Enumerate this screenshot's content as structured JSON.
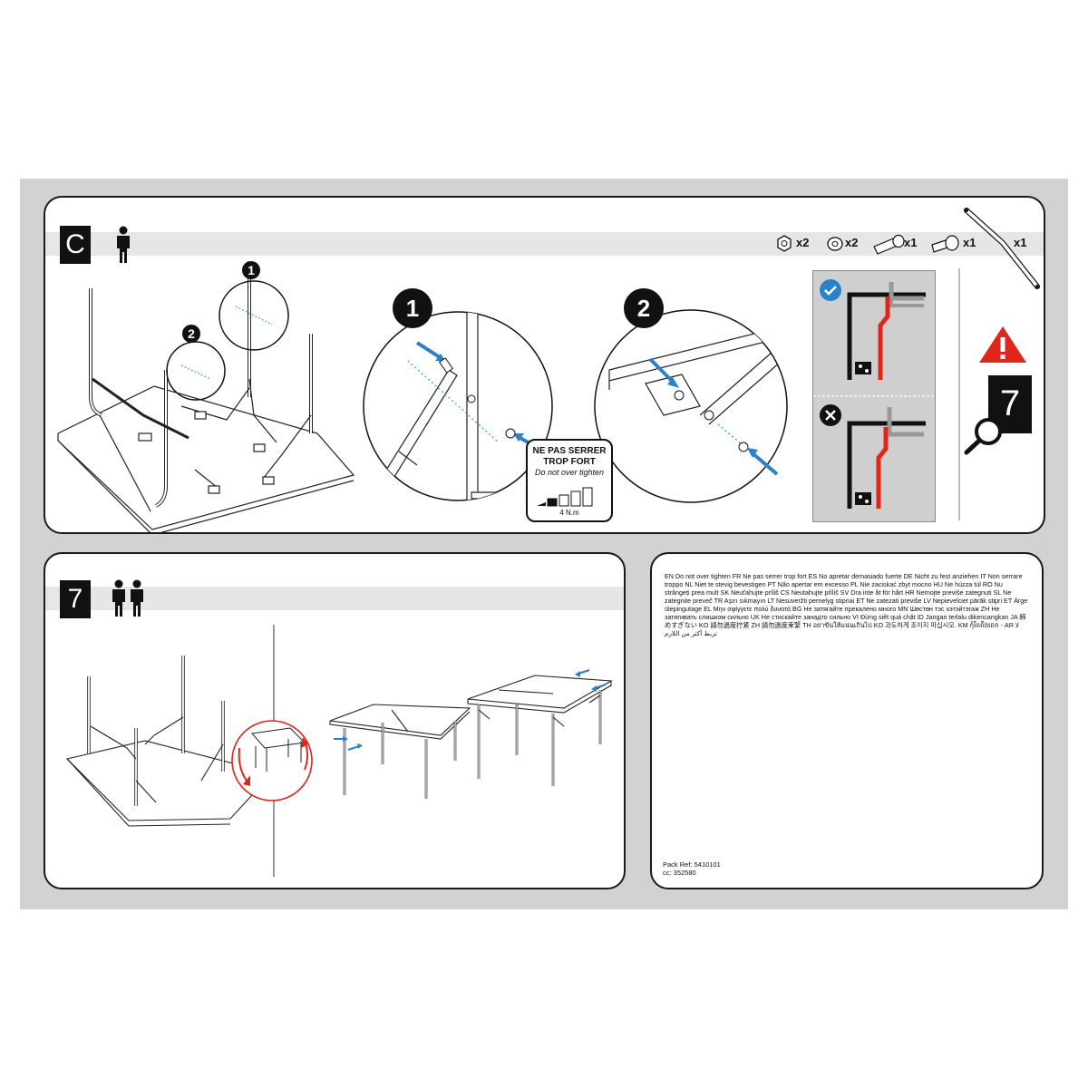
{
  "panel_c": {
    "step": "C",
    "hardware": [
      {
        "name": "nut",
        "qty": "x2"
      },
      {
        "name": "washer",
        "qty": "x2"
      },
      {
        "name": "bolt",
        "qty": "x1"
      },
      {
        "name": "pin",
        "qty": "x1"
      },
      {
        "name": "brace",
        "qty": "x1"
      }
    ],
    "callout_1": "1",
    "callout_2": "2",
    "warning_label": {
      "line1": "NE PAS SERRER",
      "line2": "TROP FORT",
      "line3": "Do not over tighten",
      "torque": "4 N.m"
    },
    "zoom_step": "7"
  },
  "panel_7": {
    "step": "7"
  },
  "multilingual_text": "EN Do not over tighten FR Ne pas serrer trop fort ES No apretar demasiado fuerte DE Nicht zu fest anziehen IT Non serrare troppo NL Niet te stevig bevestigen PT Não apertar em excesso PL Nie zaciskać zbyt mocno HU Ne húzza túl RO Nu strângeți prea mult SK Neuťahujte príliš CS Neutahujte příliš SV Dra inte åt för hårt HR Nemojte previše zategnuti SL Ne zategnite preveč TR Aşırı sıkmayın LT Nesuveržti pernelyg stipriai ET Ne zatezati previše LV Nepievelciet pārāk stipri ET Ärge ülepingutage EL Μην σφίγγετε πολύ δυνατά BG Не затягайте прекалено много MN Шөстөн тэс хэтэйтэгаж ZH Не затягивать слишком сильно UK Не стискайте занадто сильно VI Đừng siết quá chặt ID Jangan terlalu dikencangkan JA 締めすぎない KO 請勿過度拧紧 ZH 請勿過度束緊 TH อย่าขันให้แน่นเกินไป KO 과도하게 조이지 마십시오. KM កុំរឹតតឹងពេក - AR لا تربط أكثر من اللازم",
  "pack_ref": "Pack Ref: 5410101",
  "cc": "cc: 352580"
}
